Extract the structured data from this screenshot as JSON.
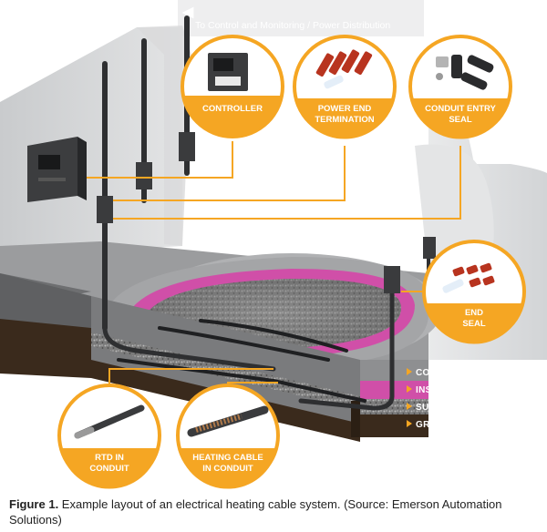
{
  "header": {
    "arrow_text": "To Control and Monitoring / Power Distribution"
  },
  "callouts": {
    "controller": [
      "CONTROLLER"
    ],
    "power_end": [
      "POWER END",
      "TERMINATION"
    ],
    "conduit_seal": [
      "CONDUIT ENTRY",
      "SEAL"
    ],
    "end_seal": [
      "END",
      "SEAL"
    ],
    "rtd": [
      "RTD IN",
      "CONDUIT"
    ],
    "heating_cable": [
      "HEATING CABLE",
      "IN CONDUIT"
    ]
  },
  "layers": [
    "CONCRETE",
    "INSULATION",
    "SUB-FLOOR",
    "GROUND"
  ],
  "caption": {
    "label": "Figure 1.",
    "text": " Example layout of an electrical heating cable system. (Source: Emerson Automation Solutions)"
  },
  "colors": {
    "orange": "#f5a623",
    "background": "#ffffff",
    "concrete": "#8a8a8a",
    "insulation": "#d04fa8",
    "ground": "#3a2a1c"
  }
}
